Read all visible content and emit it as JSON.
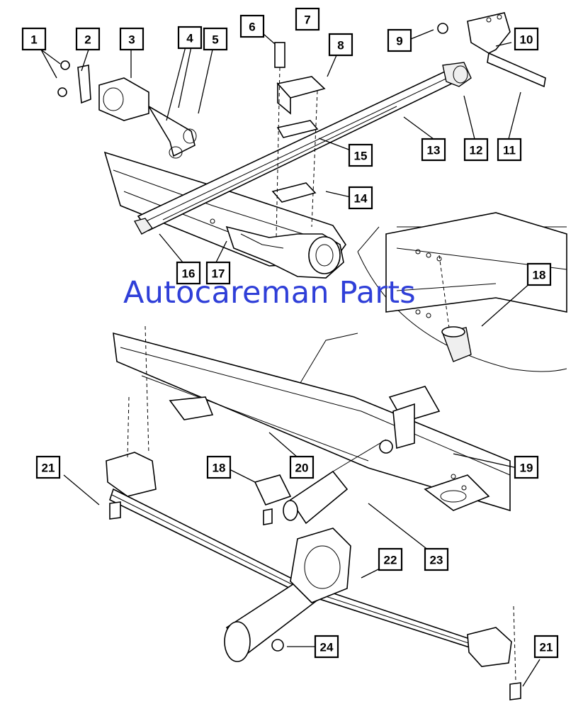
{
  "watermark": {
    "text": "Autocareman Parts",
    "color": "#2f3fd8"
  },
  "callouts": [
    "1",
    "2",
    "3",
    "4",
    "5",
    "6",
    "7",
    "8",
    "9",
    "10",
    "11",
    "12",
    "13",
    "14",
    "15",
    "16",
    "17",
    "18",
    "18",
    "19",
    "20",
    "21",
    "21",
    "22",
    "23",
    "24"
  ],
  "colors": {
    "line": "#000000",
    "background": "#ffffff"
  }
}
